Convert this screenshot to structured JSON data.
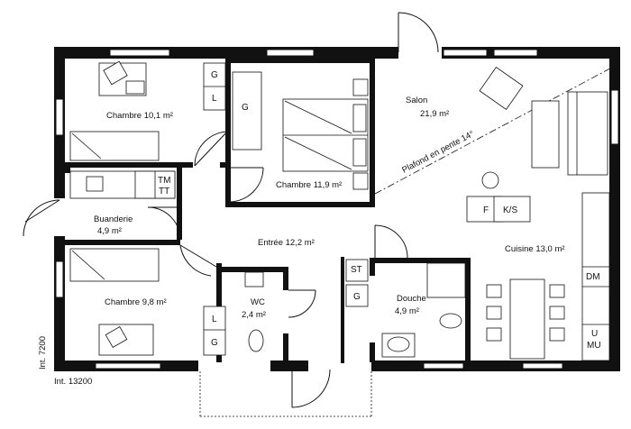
{
  "rooms": {
    "chambre1": {
      "name": "Chambre 10,1 m²"
    },
    "chambre2": {
      "name": "Chambre 11,9 m²"
    },
    "salon_name": "Salon",
    "salon_area": "21,9 m²",
    "plafond": "Plafond en pente 14°",
    "buanderie_name": "Buanderie",
    "buanderie_area": "4,9 m²",
    "entree": "Entrée 12,2 m²",
    "cuisine": "Cuisine 13,0 m²",
    "chambre3": "Chambre 9,8 m²",
    "wc_name": "WC",
    "wc_area": "2,4 m²",
    "douche_name": "Douche",
    "douche_area": "4,9 m²"
  },
  "fixtures": {
    "g": "G",
    "l": "L",
    "tm": "TM",
    "tt": "TT",
    "f": "F",
    "ks": "K/S",
    "st": "ST",
    "dm": "DM",
    "u": "U",
    "mu": "MU"
  },
  "dimensions": {
    "width": "Int. 13200",
    "height": "Int. 7200"
  }
}
